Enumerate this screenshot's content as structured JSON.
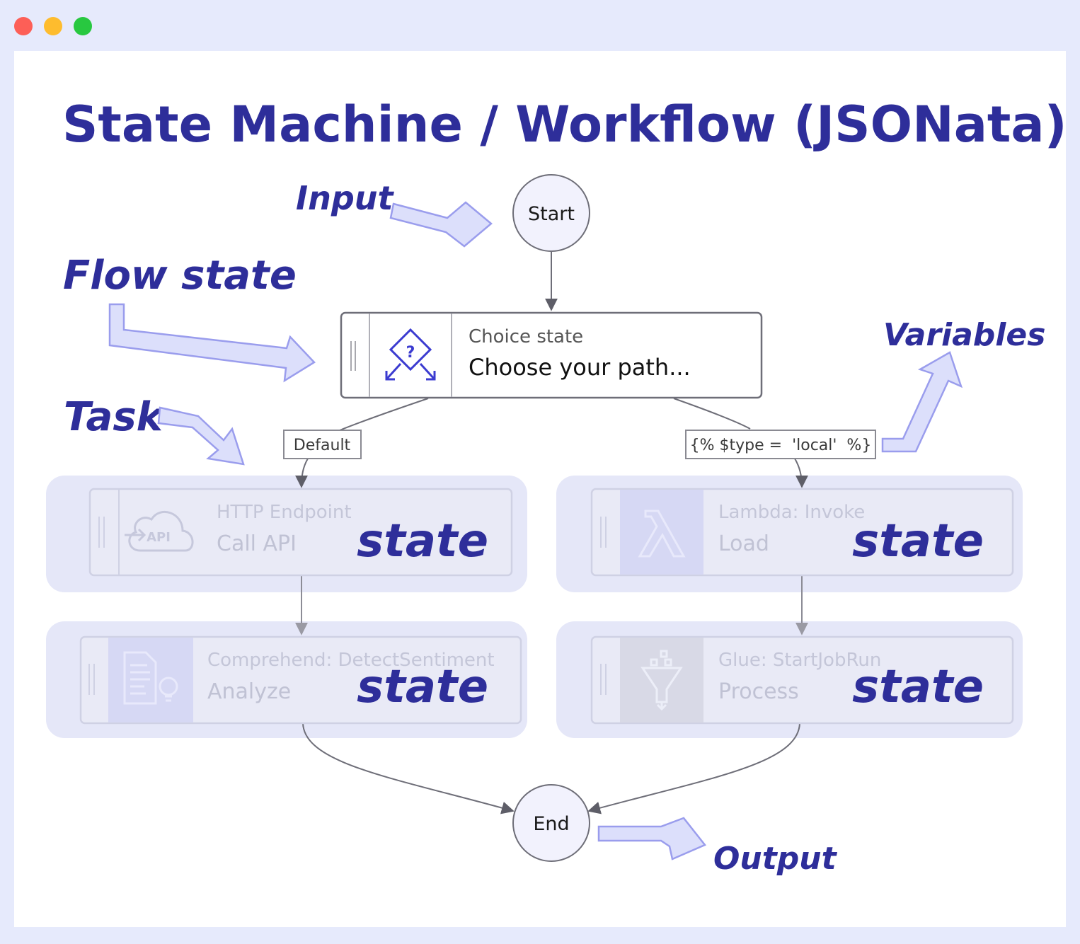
{
  "window": {
    "controls": [
      "close",
      "minimize",
      "maximize"
    ],
    "control_colors": {
      "close": "#fd5f57",
      "minimize": "#febc2e",
      "maximize": "#28c840"
    }
  },
  "title": "State Machine / Workflow (JSONata)",
  "annotations": {
    "input": "Input",
    "flow_state": "Flow state",
    "task": "Task",
    "variables": "Variables",
    "output": "Output"
  },
  "nodes": {
    "start": "Start",
    "end": "End",
    "choice": {
      "type": "Choice state",
      "name": "Choose your path..."
    }
  },
  "edge_labels": {
    "default": "Default",
    "condition": "{% $type =  'local'  %}"
  },
  "task_states": [
    {
      "type": "HTTP Endpoint",
      "name": "Call API",
      "overlay": "state",
      "icon": "api-cloud-icon"
    },
    {
      "type": "Lambda: Invoke",
      "name": "Load",
      "overlay": "state",
      "icon": "lambda-icon"
    },
    {
      "type": "Comprehend: DetectSentiment",
      "name": "Analyze",
      "overlay": "state",
      "icon": "document-lightbulb-icon"
    },
    {
      "type": "Glue: StartJobRun",
      "name": "Process",
      "overlay": "state",
      "icon": "funnel-icon"
    }
  ],
  "colors": {
    "accent": "#2e2e9a",
    "annotation_arrow_fill": "#dcdffb",
    "annotation_arrow_stroke": "#9a9ded",
    "frame": "#e6eafc"
  }
}
